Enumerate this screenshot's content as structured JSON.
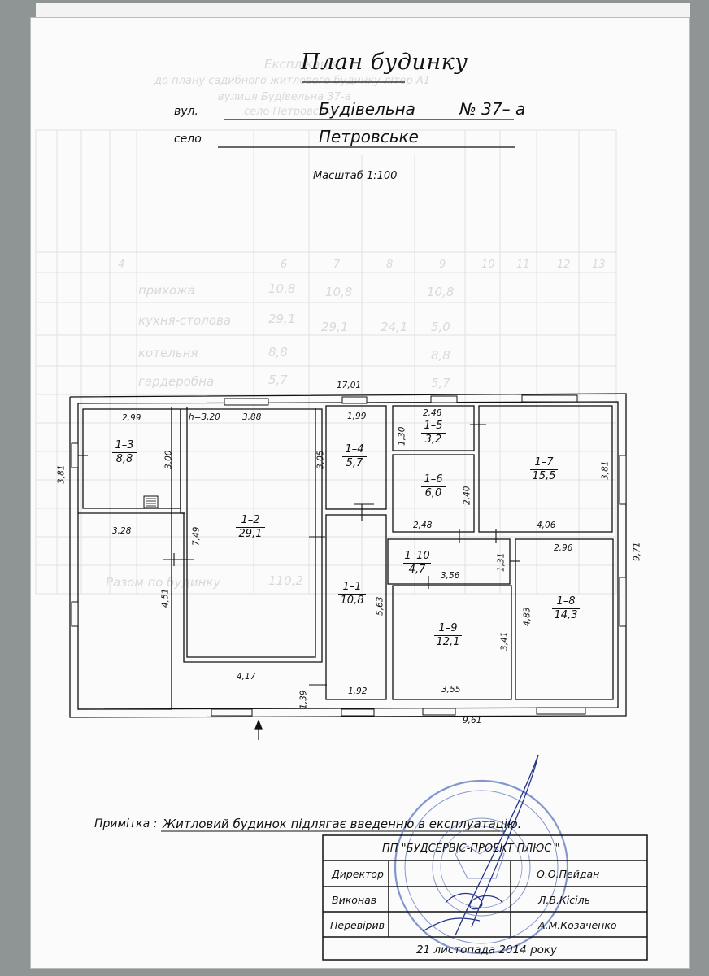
{
  "document": {
    "title": "План будинку",
    "street_label": "вул.",
    "street_value": "Будівельна",
    "number_value": "№ 37– а",
    "village_label": "село",
    "village_value": "Петровське",
    "scale_label": "Масштаб  1:100",
    "note_label": "Примітка :",
    "note_value": "Житловий будинок підлягає введенню в експлуатацію."
  },
  "floor_plan": {
    "rooms": [
      {
        "code": "1–1",
        "area": "10,8"
      },
      {
        "code": "1–2",
        "area": "29,1"
      },
      {
        "code": "1–3",
        "area": "8,8"
      },
      {
        "code": "1–4",
        "area": "5,7"
      },
      {
        "code": "1–5",
        "area": "3,2"
      },
      {
        "code": "1–6",
        "area": "6,0"
      },
      {
        "code": "1–7",
        "area": "15,5"
      },
      {
        "code": "1–8",
        "area": "14,3"
      },
      {
        "code": "1–9",
        "area": "12,1"
      },
      {
        "code": "1–10",
        "area": "4,7"
      }
    ],
    "dimensions": {
      "overall_top": "17,01",
      "overall_right": "9,71",
      "overall_bottom": "9,61",
      "left_top": "3,81",
      "left_bottom": "4,51",
      "r13_top": "2,99",
      "r13_side": "3,00",
      "r13_bottom": "3,28",
      "ceiling": "h=3,20",
      "r12_top": "3,88",
      "r12_side": "7,49",
      "r12_bottom": "4,17",
      "r14_top": "1,99",
      "r14_side": "3,05",
      "r15_top": "2,48",
      "r15_side": "1,30",
      "r16_side": "2,40",
      "r16_bottom": "2,48",
      "r17_side": "3,81",
      "r17_bottom": "4,06",
      "r18_top": "2,96",
      "r18_side": "4,83",
      "r110_side": "1,31",
      "r19_top": "3,56",
      "r19_side": "3,41",
      "r19_bottom": "3,55",
      "r11_side": "5,63",
      "r11_bottom": "1,92",
      "r11_low": "1,39"
    }
  },
  "title_block": {
    "company": "ПП  \"БУДСЕРВІС-ПРОЕКТ ПЛЮС \"",
    "rows": [
      {
        "role": "Директор",
        "name": "О.О.Пейдан"
      },
      {
        "role": "Виконав",
        "name": "Л.В.Кісіль"
      },
      {
        "role": "Перевірив",
        "name": "А.М.Козаченко"
      }
    ],
    "date": "21  листопада  2014  року"
  },
  "colors": {
    "ink": "#111111",
    "paper": "#fbfbfb",
    "background": "#8f9494",
    "stamp": "#6f86c7"
  }
}
